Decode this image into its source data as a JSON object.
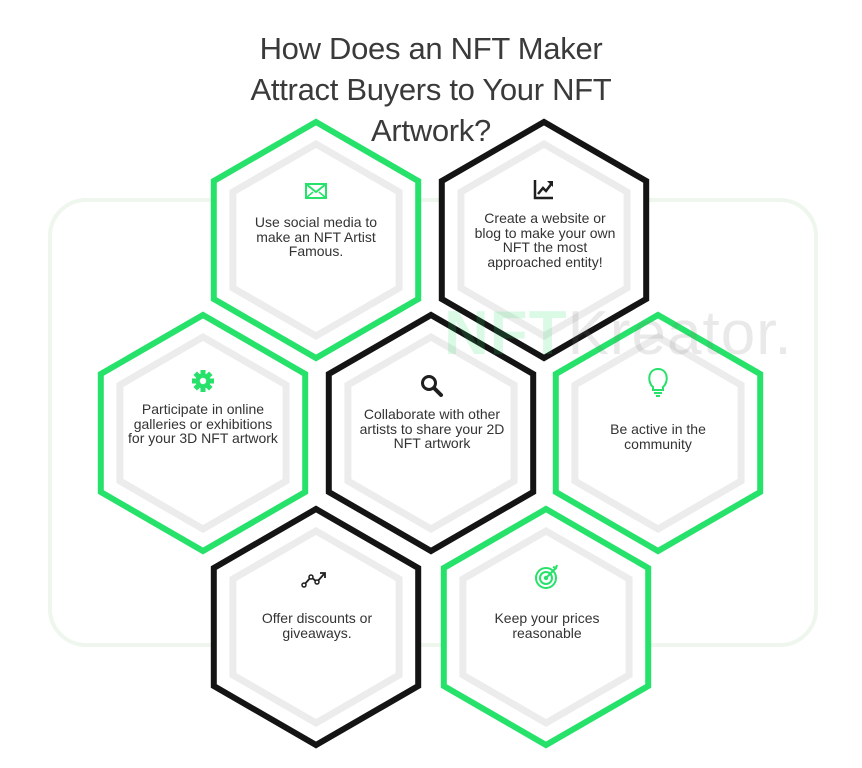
{
  "title_lines": [
    "How Does an NFT Maker",
    "Attract Buyers to Your NFT",
    "Artwork?"
  ],
  "watermark": {
    "part1": "NFT",
    "part2": "Kreator."
  },
  "colors": {
    "green": "#27e26a",
    "black": "#141414",
    "gray_ring": "#ececec",
    "icon_dark": "#1f1f1f"
  },
  "hexagons": [
    {
      "id": "social-media",
      "border": "green",
      "icon": "envelope-icon",
      "text": "Use social media to make an NFT Artist Famous."
    },
    {
      "id": "website",
      "border": "black",
      "icon": "trend-chart-icon",
      "text": "Create a website or blog to make your own NFT the most approached entity!"
    },
    {
      "id": "galleries",
      "border": "green",
      "icon": "gear-icon",
      "text": "Participate in online galleries or exhibitions for your 3D NFT artwork"
    },
    {
      "id": "collaborate",
      "border": "black",
      "icon": "search-icon",
      "text": "Collaborate with other artists to share your 2D NFT artwork"
    },
    {
      "id": "community",
      "border": "green",
      "icon": "lightbulb-icon",
      "text": "Be active in the community"
    },
    {
      "id": "discounts",
      "border": "black",
      "icon": "line-graph-icon",
      "text": "Offer discounts or giveaways."
    },
    {
      "id": "prices",
      "border": "green",
      "icon": "target-icon",
      "text": "Keep your prices reasonable"
    }
  ]
}
